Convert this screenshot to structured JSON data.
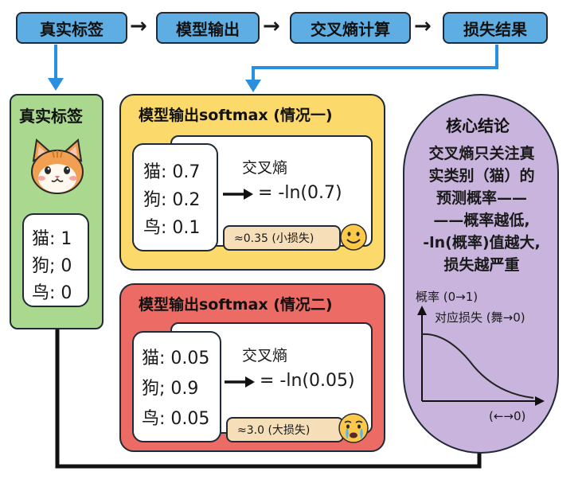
{
  "flow": {
    "steps": [
      "真实标签",
      "模型输出",
      "交叉熵计算",
      "损失结果"
    ],
    "arrow": "→"
  },
  "left_panel": {
    "title": "真实标签",
    "labels": [
      "猫: 1",
      "狗; 0",
      "鸟: 0"
    ]
  },
  "case1": {
    "title": "模型输出softmax (情况一)",
    "probs": [
      "猫: 0.7",
      "狗: 0.2",
      "鸟: 0.1"
    ],
    "ce_label": "交叉熵",
    "formula": "=  -ln(0.7)",
    "result": "≈0.35 (小损失)"
  },
  "case2": {
    "title": "模型输出softmax (情况二)",
    "probs": [
      "猫: 0.05",
      "狗; 0.9",
      "鸟: 0.05"
    ],
    "ce_label": "交叉熵",
    "formula": "=  -ln(0.05)",
    "result": "≈3.0 (大损失)"
  },
  "conclusion": {
    "title": "核心结论",
    "lines": [
      "交叉熵只关注真",
      "实类别（猫）的",
      "预测概率——",
      "——概率越低,",
      "-ln(概率)值越大,",
      "损失越严重"
    ],
    "graph_ylabel": "概率 (0→1)",
    "graph_series_label": "对应损失 (舞→0)",
    "graph_xlabel": "(←→0)"
  },
  "colors": {
    "flow_blue": "#5eaee4",
    "label_green": "#a9d88e",
    "case1_yellow": "#fbd96a",
    "case2_red": "#ec6b64",
    "result_tag": "#f5deb8",
    "conclusion_purple": "#c8b4dc",
    "connector_blue": "#2b8fe0",
    "outline": "#1f2a36"
  }
}
